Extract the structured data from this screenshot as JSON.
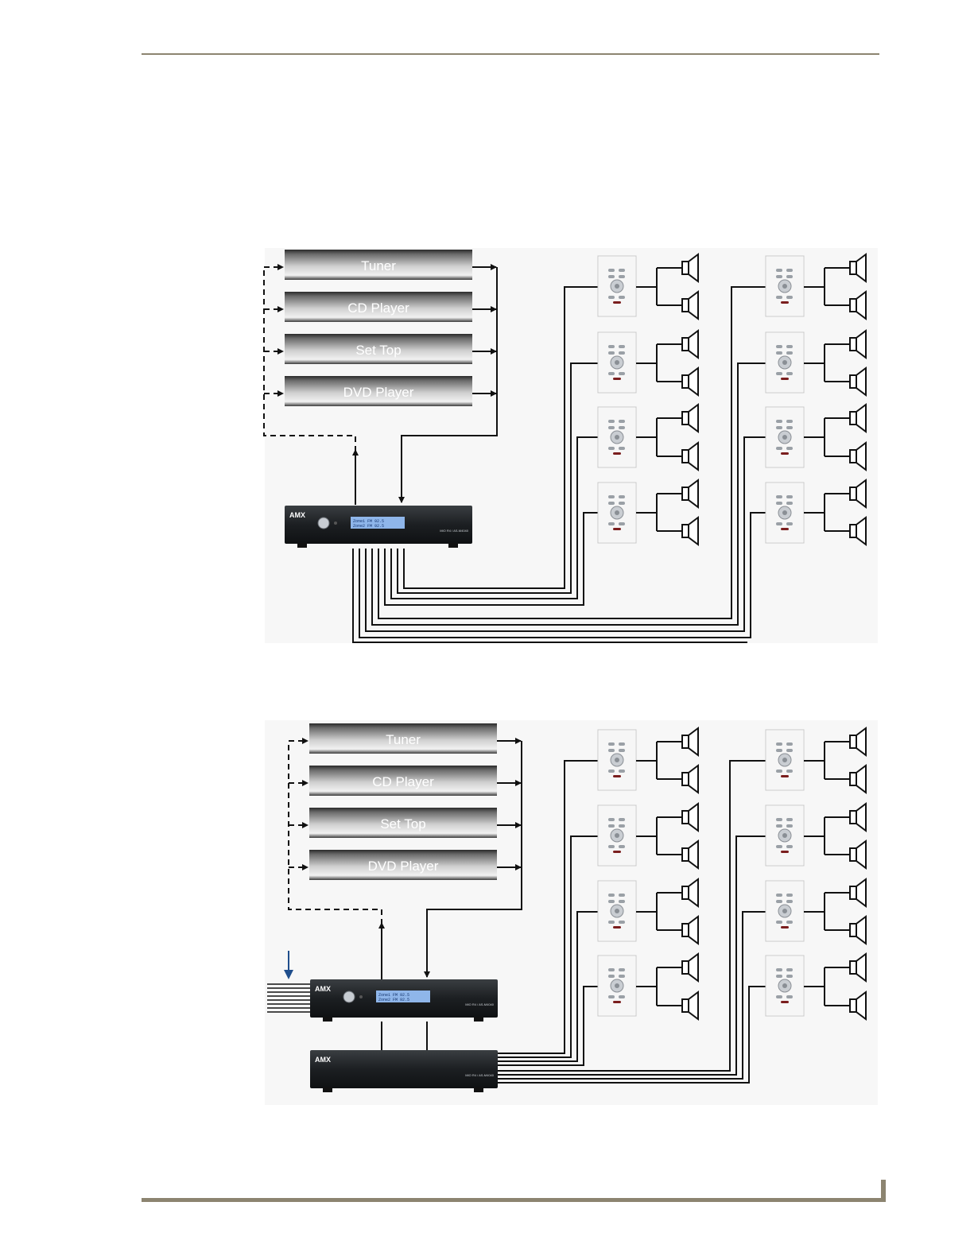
{
  "diagram1": {
    "sources": [
      "Tuner",
      "CD Player",
      "Set Top",
      "DVD Player"
    ],
    "unit": {
      "brand": "AMX",
      "lcd_line1": "Zone1    FM 92.5",
      "lcd_line2": "Zone2    FM 92.5",
      "model": "MIO R4 / AS-M4040"
    }
  },
  "diagram2": {
    "sources": [
      "Tuner",
      "CD Player",
      "Set Top",
      "DVD Player"
    ],
    "unit": {
      "brand": "AMX",
      "lcd_line1": "Zone1    FM 92.5",
      "lcd_line2": "Zone2    FM 92.5",
      "model": "MIO R4 / AS-M4040"
    },
    "amp": {
      "brand": "AMX",
      "model": "MIO R4 / AS-M4040"
    }
  },
  "colors": {
    "rule": "#8c8470",
    "arrow_blue": "#1f4e8c",
    "unit_body": "#1e2124",
    "lcd": "#8fb6ea"
  }
}
